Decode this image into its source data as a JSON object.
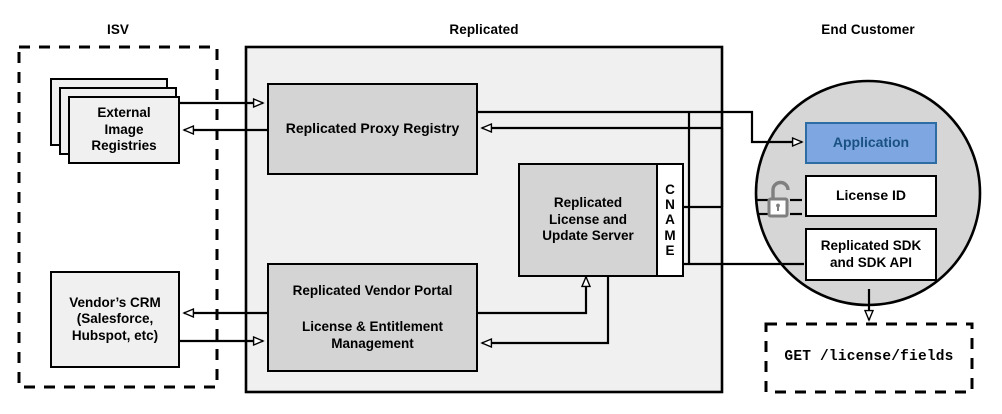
{
  "diagram": {
    "title_isv": "ISV",
    "title_replicated": "Replicated",
    "title_end_customer": "End Customer",
    "colors": {
      "stroke": "#000000",
      "zone_fill": "#f0f0f0",
      "node_fill": "#d4d4d4",
      "white_fill": "#ffffff",
      "circle_fill": "#d6d6d6",
      "app_fill": "#7ea6e0",
      "app_stroke": "#2e6da4",
      "app_text": "#1a5183",
      "lock_gray": "#7f7f7f"
    }
  },
  "isv": {
    "external_image_registries": "External\nImage\nRegistries",
    "external_image_registries_lines": [
      "External",
      "Image",
      "Registries"
    ],
    "vendor_crm_lines": [
      "Vendor’s CRM",
      "(Salesforce,",
      "Hubspot, etc)"
    ]
  },
  "replicated": {
    "proxy_registry": "Replicated Proxy Registry",
    "license_update_server_lines": [
      "Replicated",
      "License and",
      "Update Server"
    ],
    "cname_label": "CNAME",
    "cname_letters": [
      "C",
      "N",
      "A",
      "M",
      "E"
    ],
    "vendor_portal_lines": [
      "Replicated Vendor Portal",
      "License & Entitlement",
      "Management"
    ],
    "vendor_portal_title": "Replicated Vendor Portal",
    "vendor_portal_sub_line1": "License & Entitlement",
    "vendor_portal_sub_line2": "Management"
  },
  "end_customer": {
    "application": "Application",
    "license_id": "License ID",
    "sdk_lines": [
      "Replicated SDK",
      "and SDK API"
    ],
    "api_call": "GET /license/fields",
    "lock_icon": "open-padlock-icon"
  }
}
